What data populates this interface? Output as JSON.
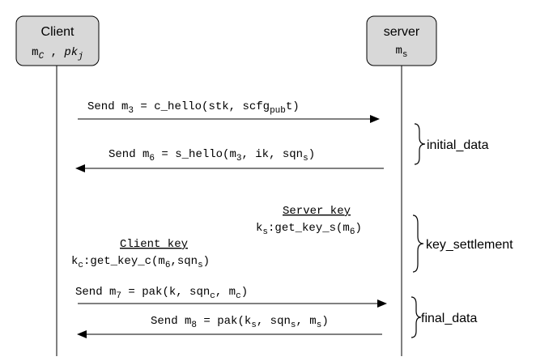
{
  "participants": {
    "client": {
      "name": "Client",
      "params": {
        "m": "m",
        "m_sub": "C",
        "sep": " , ",
        "pk": "pk",
        "pk_sub": "j"
      }
    },
    "server": {
      "name": "server",
      "params": {
        "m": "m",
        "m_sub": "s"
      }
    }
  },
  "messages": {
    "m3": {
      "pre": "Send m",
      "sub1": "3",
      "mid": " = c_hello(stk, scfg",
      "sub2": "pub",
      "post": "t)"
    },
    "m6": {
      "pre": "Send m",
      "sub1": "6",
      "mid1": " = s_hello(m",
      "sub2": "3",
      "mid2": ", ik, sqn",
      "sub3": "s",
      "post": ")"
    },
    "m7": {
      "pre": "Send m",
      "sub1": "7",
      "mid1": " = pak(k, sqn",
      "sub2": "c",
      "mid2": ", m",
      "sub3": "c",
      "post": ")"
    },
    "m8": {
      "pre": "Send m",
      "sub1": "8",
      "mid1": " = pak(k",
      "sub2": "s",
      "mid2": ", sqn",
      "sub3": "s",
      "mid3": ", m",
      "sub4": "s",
      "post": ")"
    }
  },
  "notes": {
    "server_key": {
      "title": "Server key",
      "k": "k",
      "k_sub": "s",
      "expr": ":get_key_s(m",
      "expr_sub": "6",
      "post": ")"
    },
    "client_key": {
      "title": "Client key",
      "k": "k",
      "k_sub": "c",
      "expr": ":get_key_c(m",
      "expr_sub": "6",
      "mid": ",sqn",
      "mid_sub": "s",
      "post": ")"
    }
  },
  "phases": {
    "initial": "initial_data",
    "key": "key_settlement",
    "final": "final_data"
  },
  "colors": {
    "box_fill": "#d8d8d8",
    "stroke": "#000000",
    "text": "#000000"
  }
}
